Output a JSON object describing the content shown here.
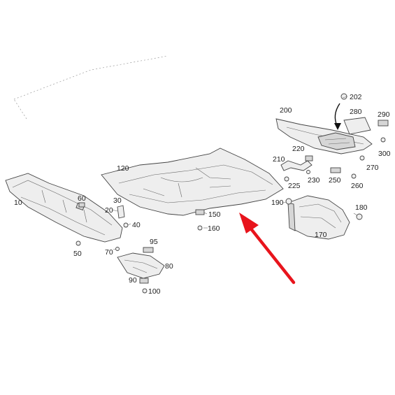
{
  "labels": {
    "l10": "10",
    "l20": "20",
    "l30": "30",
    "l40": "40",
    "l50": "50",
    "l60": "60",
    "l70": "70",
    "l80": "80",
    "l90": "90",
    "l95": "95",
    "l100": "100",
    "l120": "120",
    "l150": "150",
    "l160": "160",
    "l170": "170",
    "l180": "180",
    "l190": "190",
    "l200": "200",
    "l202": "202",
    "l210": "210",
    "l220": "220",
    "l225": "225",
    "l230": "230",
    "l250": "250",
    "l260": "260",
    "l270": "270",
    "l280": "280",
    "l290": "290",
    "l300": "300"
  },
  "colors": {
    "arrow": "#e8141c",
    "outline": "#444444",
    "fill": "#eeeeee"
  },
  "icons": {
    "pointer": "red-arrow-icon"
  }
}
